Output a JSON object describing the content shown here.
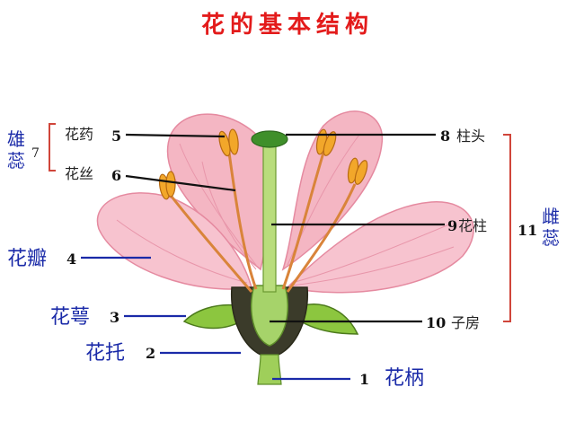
{
  "title": "花的基本结构",
  "colors": {
    "title": "#e31b1b",
    "blue_label": "#1a2aa8",
    "black_label": "#222222",
    "petal": "#f4b6c3",
    "sepal": "#8cc63f",
    "bracket": "#d0453a"
  },
  "labels": {
    "anther": "花药",
    "anther_num": "5",
    "filament": "花丝",
    "filament_num": "6",
    "stamen_group": "雄蕊",
    "stamen_num": "7",
    "petal": "花瓣",
    "petal_num": "4",
    "sepal": "花萼",
    "sepal_num": "3",
    "receptacle": "花托",
    "receptacle_num": "2",
    "peduncle": "花柄",
    "peduncle_num": "1",
    "stigma_num": "8",
    "stigma": "柱头",
    "style_num": "9",
    "style": "花柱",
    "ovary_num": "10",
    "ovary": "子房",
    "pistil_num": "11",
    "pistil_group": "雌蕊"
  }
}
